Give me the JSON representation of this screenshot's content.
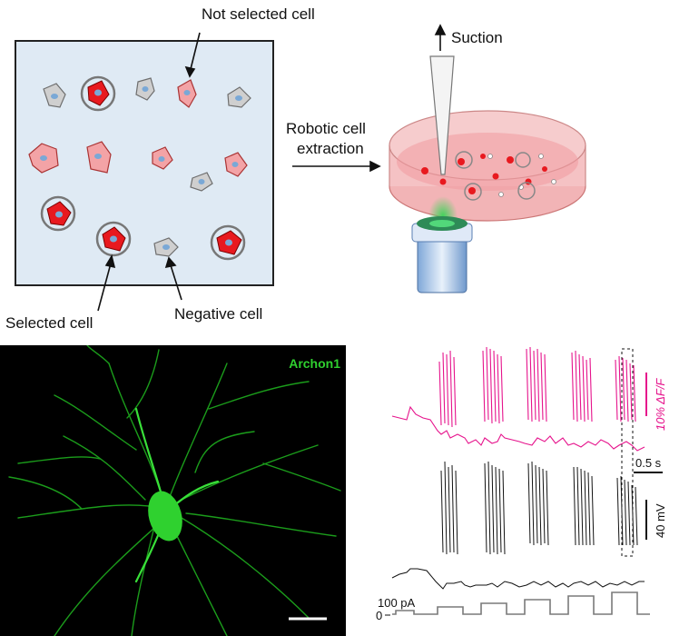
{
  "labels": {
    "not_selected": "Not selected cell",
    "selected": "Selected cell",
    "negative": "Negative cell",
    "suction": "Suction",
    "robotic_line1": "Robotic cell",
    "robotic_line2": "extraction",
    "archon": "Archon1"
  },
  "traces": {
    "fluor_scale": "10% ΔF/F",
    "time_scale": "0.5 s",
    "voltage_scale": "40 mV",
    "current_scale": "100 pA",
    "current_zero": "0"
  },
  "colors": {
    "dish_bg": "#dfeaf4",
    "selected_fill": "#e8191f",
    "dim_fill": "#f3a3a6",
    "negative_fill": "#cfcfcf",
    "nucleus": "#7aa8d6",
    "fluor_trace": "#e6138c",
    "neuron": "#27d127"
  }
}
